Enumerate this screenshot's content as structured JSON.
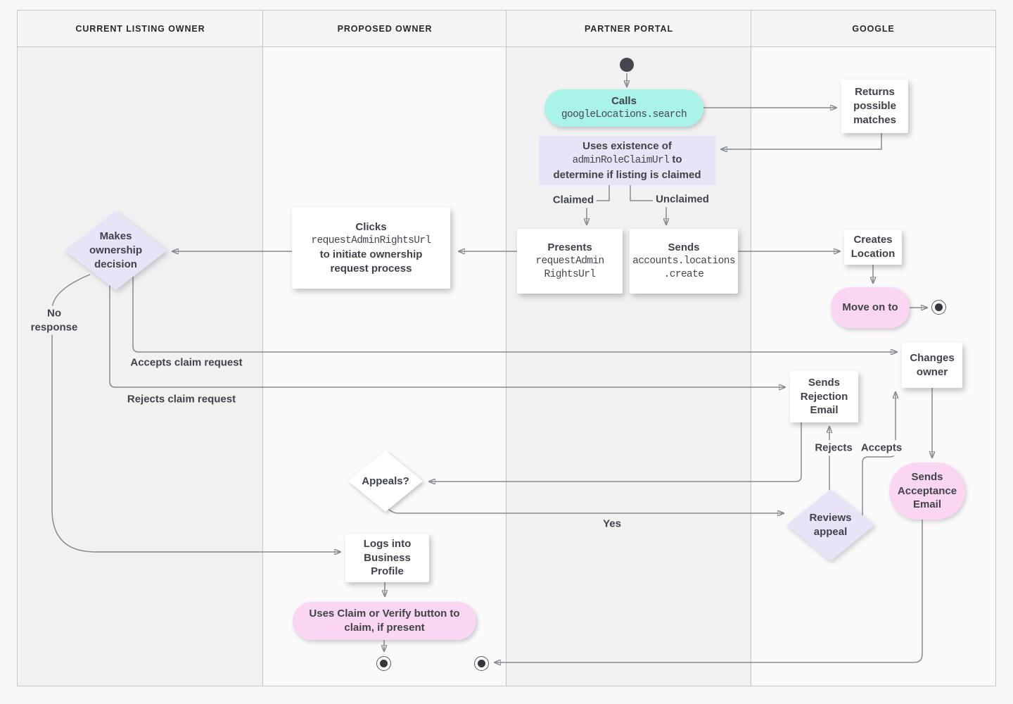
{
  "colors": {
    "teal": "#aaf3e9",
    "lav": "#e9e3f7",
    "pink": "#fbd6f2",
    "line": "#868b92",
    "text": "#3f4349"
  },
  "lanes": [
    {
      "label": "CURRENT LISTING OWNER"
    },
    {
      "label": "PROPOSED OWNER"
    },
    {
      "label": "PARTNER PORTAL"
    },
    {
      "label": "GOOGLE"
    }
  ],
  "nodes": {
    "calls": {
      "title": "Calls",
      "code": "googleLocations.search"
    },
    "uses_existence": {
      "line1": "Uses existence of",
      "code": "adminRoleClaimUrl",
      "line2": "to",
      "line3": "determine if listing is claimed"
    },
    "returns": {
      "text": "Returns possible matches"
    },
    "presents": {
      "title": "Presents",
      "code1": "requestAdmin",
      "code2": "RightsUrl"
    },
    "sends_create": {
      "title": "Sends",
      "code1": "accounts.locations",
      "code2": ".create"
    },
    "creates_location": {
      "text": "Creates Location"
    },
    "move_on": {
      "text": "Move on to"
    },
    "changes_owner": {
      "text": "Changes owner"
    },
    "sends_rejection": {
      "text": "Sends Rejection Email"
    },
    "sends_acceptance": {
      "text": "Sends Acceptance Email"
    },
    "reviews_appeal": {
      "text": "Reviews appeal"
    },
    "makes_decision": {
      "text": "Makes ownership decision"
    },
    "clicks": {
      "title": "Clicks",
      "code": "requestAdminRightsUrl",
      "line2": "to initiate ownership",
      "line3": "request process"
    },
    "appeals": {
      "text": "Appeals?"
    },
    "logs_in": {
      "text": "Logs into Business Profile"
    },
    "uses_claim": {
      "text": "Uses Claim or Verify button to claim, if present"
    }
  },
  "edge_labels": {
    "claimed": "Claimed",
    "unclaimed": "Unclaimed",
    "accepts_claim": "Accepts claim request",
    "rejects_claim": "Rejects claim request",
    "no_response": "No response",
    "yes": "Yes",
    "rejects": "Rejects",
    "accepts": "Accepts"
  }
}
